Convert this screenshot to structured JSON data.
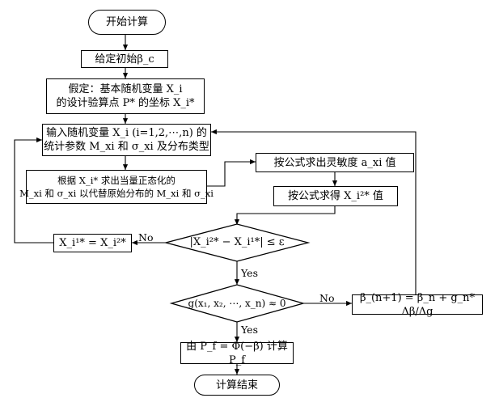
{
  "flowchart": {
    "start": "开始计算",
    "init_beta": "给定初始β_c",
    "assume": [
      "假定：基本随机变量 X_i",
      "的设计验算点 P* 的坐标 X_i*"
    ],
    "input_vars": [
      "输入随机变量 X_i (i=1,2,⋯,n) 的",
      "统计参数 M_xi 和 σ_xi 及分布类型"
    ],
    "normalize": [
      "根据 X_i* 求出当量正态化的",
      "M_xi 和 σ_xi 以代替原始分布的 M_xi 和 σ_xi"
    ],
    "sensitivity": "按公式求出灵敏度 a_xi 值",
    "compute_x": "按公式求得 X_i²* 值",
    "convergence_check": "|X_i²* − X_i¹*| ≤ ε",
    "update_x": "X_i¹* = X_i²*",
    "limit_state_check": "g(x₁, x₂, ⋯, x_n) ≈ 0",
    "update_beta": "β_(n+1) = β_n + g_n* Δβ/Δg",
    "failure_prob": "由 P_f = Φ(−β) 计算 P_f",
    "end": "计算结束",
    "labels": {
      "no1": "No",
      "yes1": "Yes",
      "no2": "No",
      "yes2": "Yes"
    }
  }
}
